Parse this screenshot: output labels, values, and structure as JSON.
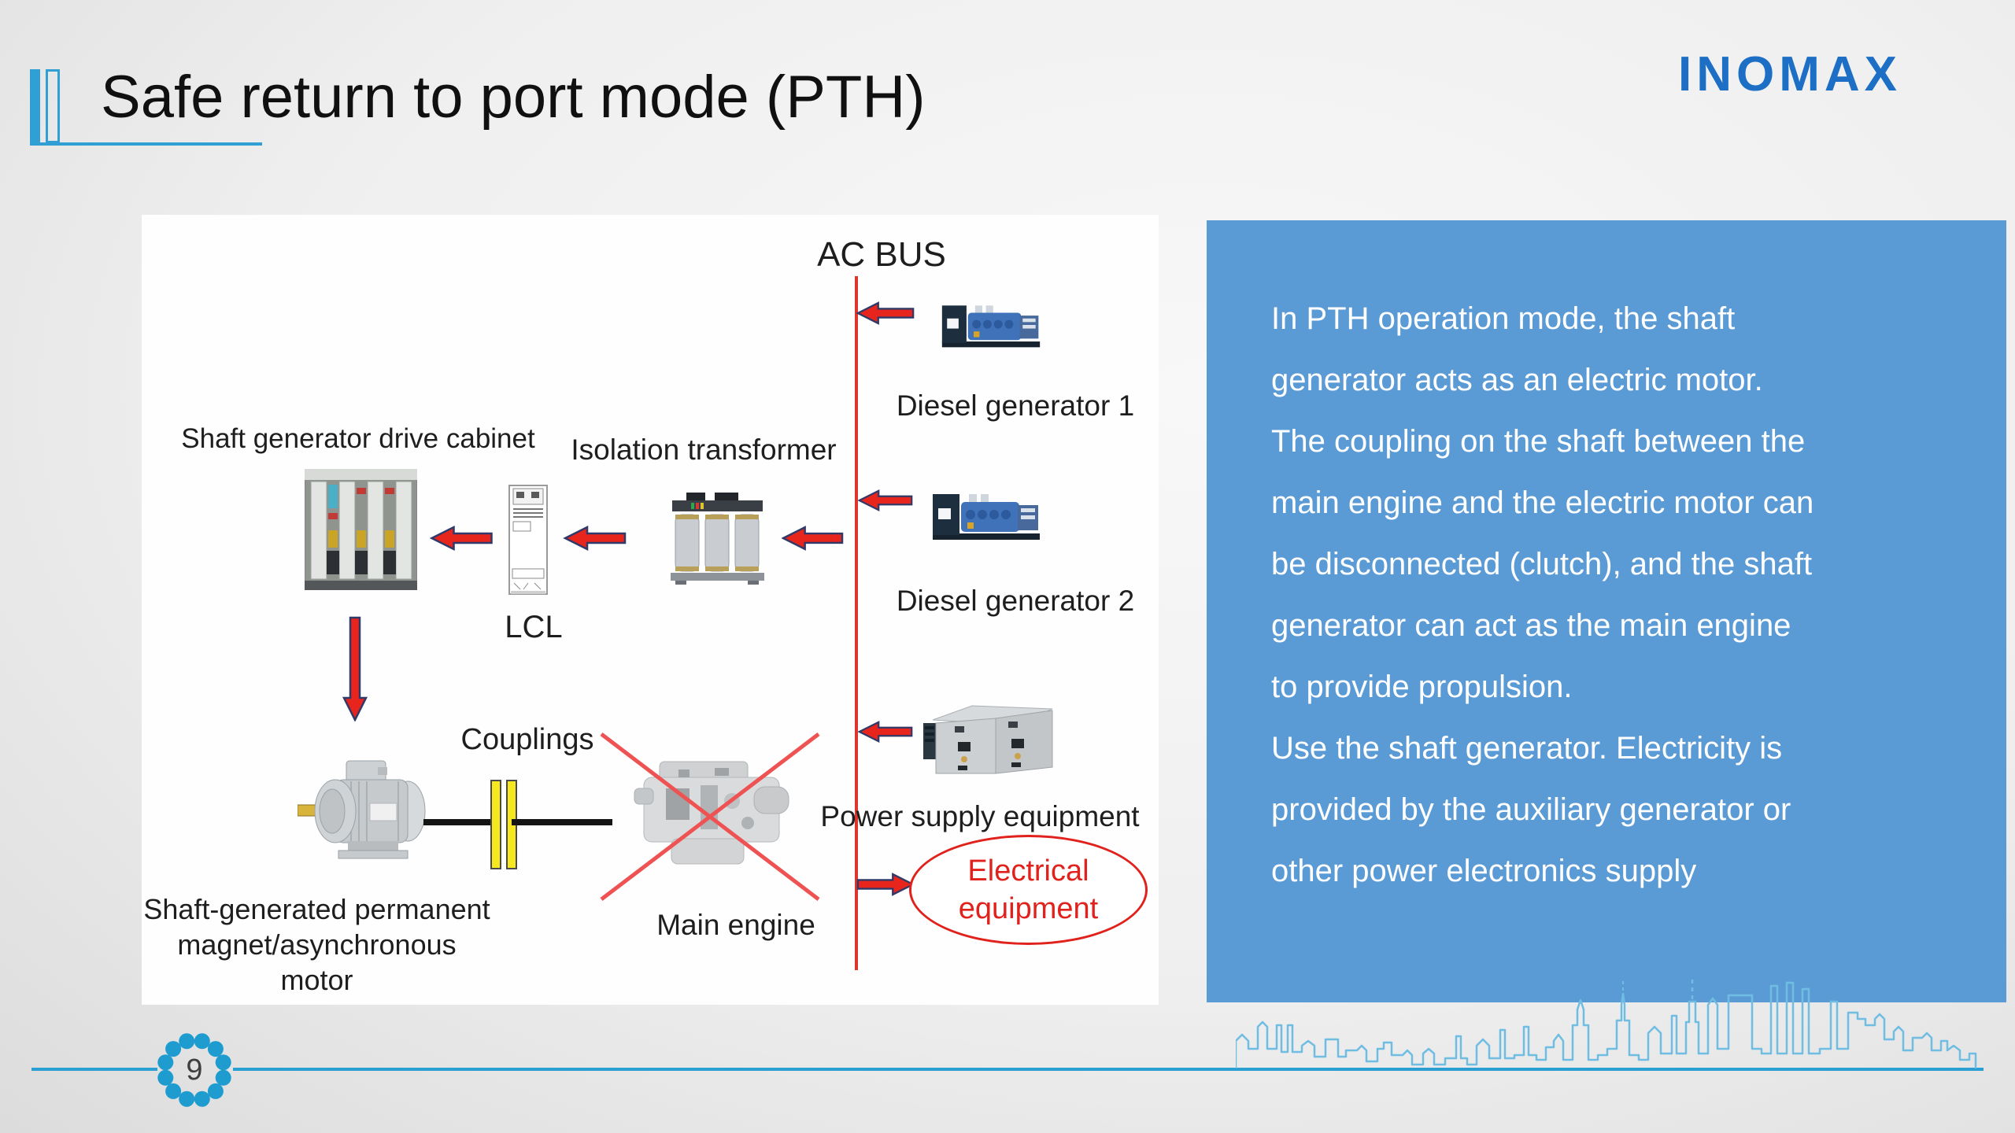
{
  "slide": {
    "title": "Safe return to port mode (PTH)",
    "logo": "INOMAX",
    "page_number": "9"
  },
  "diagram": {
    "ac_bus": "AC BUS",
    "diesel_generator_1": "Diesel generator 1",
    "diesel_generator_2": "Diesel generator 2",
    "shaft_cabinet": "Shaft generator drive cabinet",
    "isolation_transformer": "Isolation transformer",
    "lcl": "LCL",
    "couplings": "Couplings",
    "power_supply": "Power supply equipment",
    "main_engine": "Main engine",
    "shaft_motor": "Shaft-generated permanent\nmagnet/asynchronous motor",
    "electrical_equipment": "Electrical\nequipment"
  },
  "info_panel": {
    "lines": [
      "In PTH operation mode, the shaft",
      "generator acts as an electric motor.",
      "The coupling on the shaft between the",
      "main engine and the electric motor can",
      "be disconnected (clutch), and the shaft",
      "generator can act as the main engine",
      "to provide propulsion.",
      "Use the shaft generator. Electricity is",
      "provided by the auxiliary generator or",
      "other power electronics supply"
    ]
  },
  "colors": {
    "accent_teal": "#2f9fd4",
    "logo_blue": "#1c6fc4",
    "panel_blue": "#5b9bd5",
    "bus_red": "#e0342c",
    "arrow_red": "#e8251d",
    "annotation_red": "#e0211c",
    "skyline_blue": "#6fbde2"
  }
}
